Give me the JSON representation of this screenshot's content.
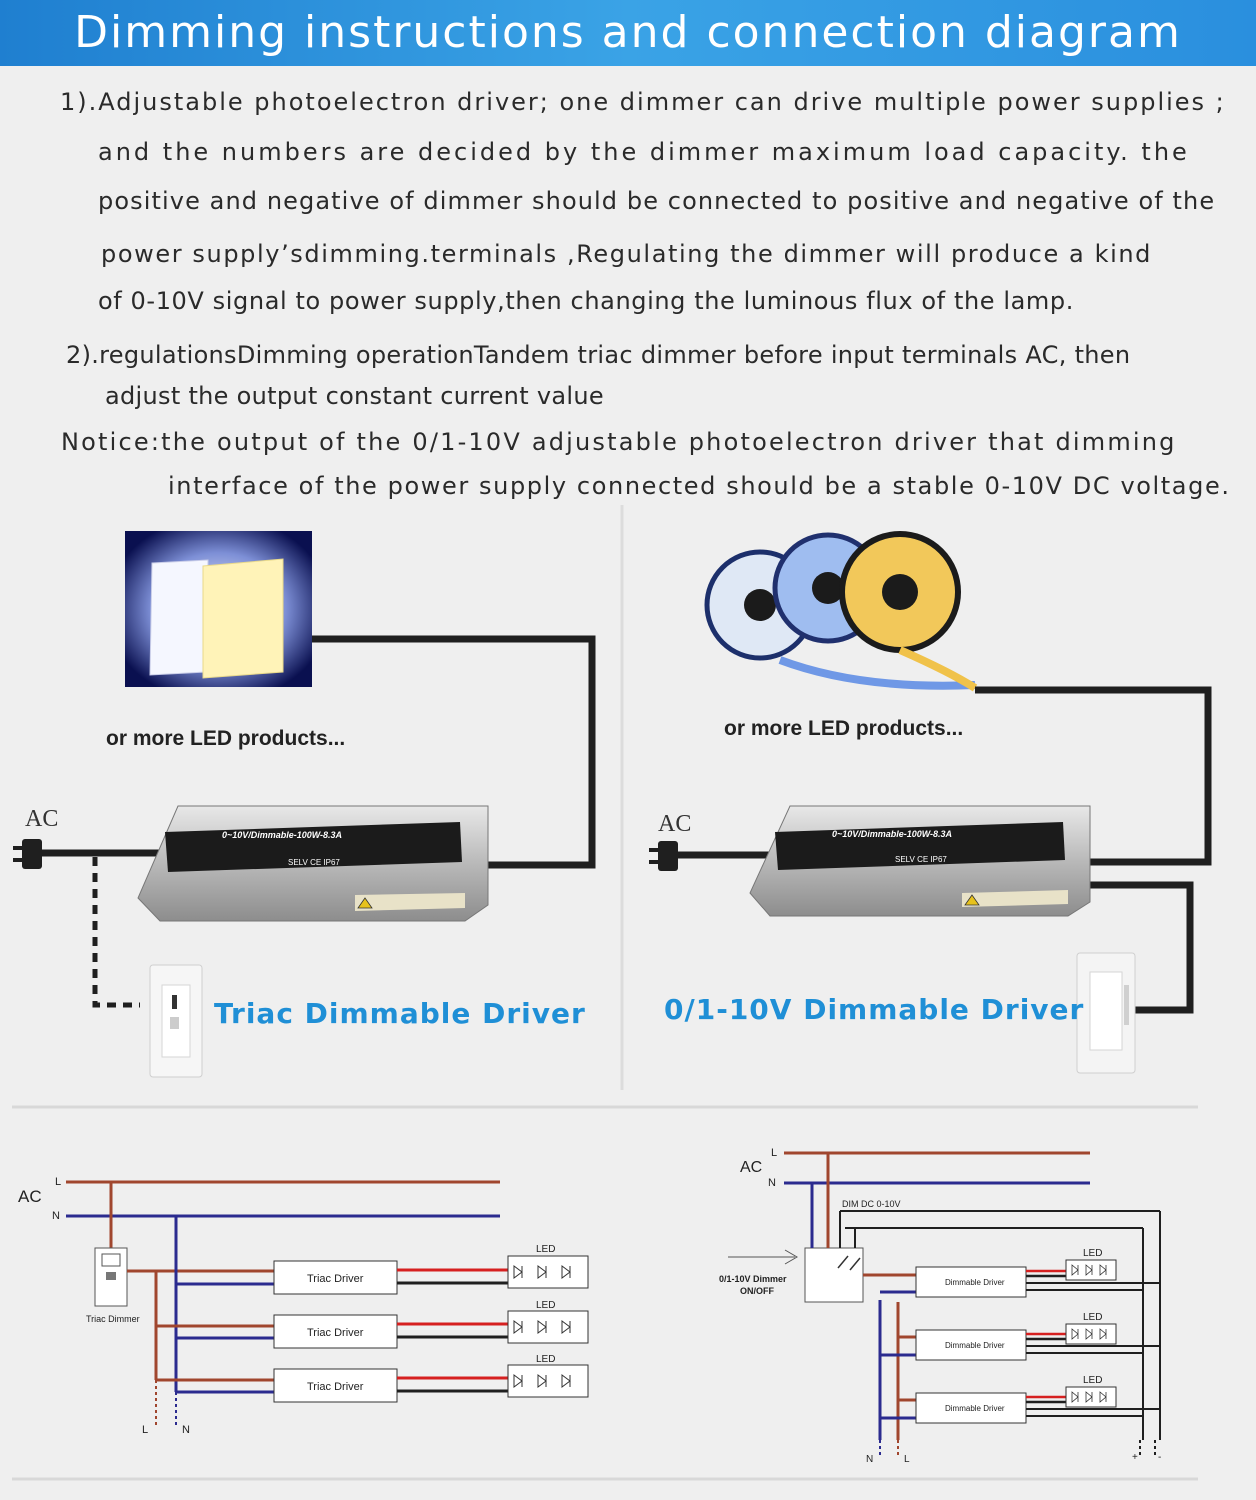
{
  "header": {
    "title": "Dimming instructions and connection diagram"
  },
  "instructions": {
    "p1_line1": "1).Adjustable photoelectron driver; one dimmer can drive multiple power supplies ;",
    "p1_line2": "and the numbers are decided by the dimmer maximum load capacity. the",
    "p1_line3": "positive and negative of dimmer should be connected to positive and negative of the",
    "p1_line4": "power supply’sdimming.terminals ,Regulating the dimmer will produce a kind",
    "p1_line5": "of 0-10V signal to power supply,then changing the luminous flux of the lamp.",
    "p2_line1": "2).regulationsDimming operationTandem triac dimmer before input terminals AC, then",
    "p2_line2": "adjust the output constant current value",
    "notice_line1": "Notice:the output of the 0/1-10V adjustable photoelectron driver that dimming",
    "notice_line2": "interface of the power supply connected should be a stable 0-10V DC voltage."
  },
  "left_panel": {
    "caption": "or more LED products...",
    "ac_label": "AC",
    "driver_label": "Triac Dimmable Driver",
    "driver_plate": "0~10V/Dimmable-100W-8.3A",
    "plate_marks": "SELV  CE  IP67"
  },
  "right_panel": {
    "caption": "or more LED products...",
    "ac_label": "AC",
    "driver_label": "0/1-10V Dimmable Driver",
    "driver_plate": "0~10V/Dimmable-100W-8.3A",
    "plate_marks": "SELV  CE  IP67"
  },
  "wiring_left": {
    "ac": "AC",
    "l": "L",
    "n": "N",
    "dimmer": "Triac Dimmer",
    "driver": "Triac Driver",
    "led": "LED",
    "bottom_l": "L",
    "bottom_n": "N"
  },
  "wiring_right": {
    "ac": "AC",
    "l": "L",
    "n": "N",
    "dim_dc": "DIM DC 0-10V",
    "dimmer_line1": "0/1-10V Dimmer",
    "dimmer_line2": "ON/OFF",
    "driver": "Dimmable Driver",
    "led": "LED",
    "bottom_n": "N",
    "bottom_l": "L",
    "plus": "+",
    "minus": "-"
  },
  "colors": {
    "banner": "#2a8fde",
    "accent": "#1f8fd6",
    "live": "#a0462e",
    "neutral": "#2b2b8f",
    "dc_red": "#d62020"
  }
}
